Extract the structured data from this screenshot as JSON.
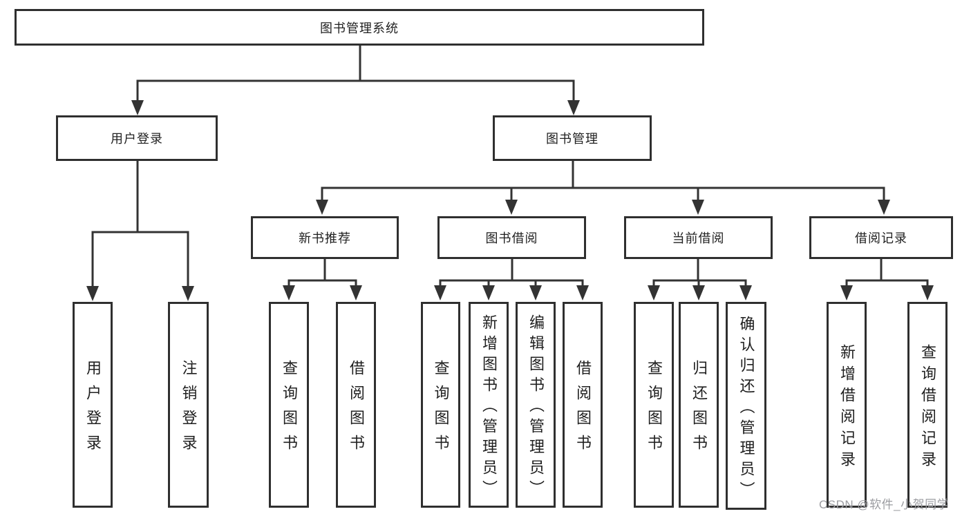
{
  "diagram": {
    "root": {
      "id": "library-management-system",
      "label": "图书管理系统"
    },
    "level2": [
      {
        "id": "user-login",
        "label": "用户登录"
      },
      {
        "id": "book-management",
        "label": "图书管理"
      }
    ],
    "level3": [
      {
        "id": "new-book-recommendation",
        "label": "新书推荐"
      },
      {
        "id": "book-borrowing",
        "label": "图书借阅"
      },
      {
        "id": "current-borrowing",
        "label": "当前借阅"
      },
      {
        "id": "borrowing-records",
        "label": "借阅记录"
      }
    ],
    "leaves": [
      {
        "id": "user-login-leaf",
        "label": "用户登录"
      },
      {
        "id": "logout-login",
        "label": "注销登录"
      },
      {
        "id": "query-books-recommend",
        "label": "查询图书"
      },
      {
        "id": "borrow-books-recommend",
        "label": "借阅图书"
      },
      {
        "id": "query-books-borrow",
        "label": "查询图书"
      },
      {
        "id": "add-book-admin",
        "label": "新增图书（管理员）"
      },
      {
        "id": "edit-book-admin",
        "label": "编辑图书（管理员）"
      },
      {
        "id": "borrow-books-borrow",
        "label": "借阅图书"
      },
      {
        "id": "query-books-current",
        "label": "查询图书"
      },
      {
        "id": "return-books",
        "label": "归还图书"
      },
      {
        "id": "confirm-return-admin",
        "label": "确认归还（管理员）"
      },
      {
        "id": "add-borrow-record",
        "label": "新增借阅记录"
      },
      {
        "id": "query-borrow-record",
        "label": "查询借阅记录"
      }
    ],
    "watermark": "CSDN @软件_小贺同学",
    "colors": {
      "line": "#333333",
      "box_border": "#2f2f2f",
      "text": "#1f1f1f",
      "watermark": "#9b9ca1",
      "background": "#ffffff"
    }
  }
}
